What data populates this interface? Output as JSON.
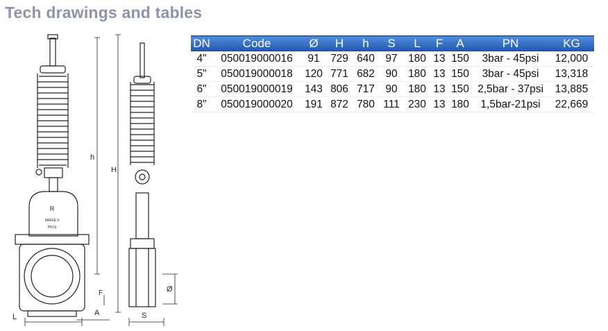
{
  "page": {
    "title": "Tech drawings and tables"
  },
  "drawing": {
    "front_labels": {
      "h": "h",
      "H": "H",
      "F": "F",
      "A": "A",
      "L": "L"
    },
    "side_labels": {
      "S": "S",
      "diameter": "Ø"
    },
    "plate_text": {
      "brand": "R",
      "line1": "IMAGE II",
      "line2": "PK19"
    }
  },
  "table": {
    "headers": [
      "DN",
      "Code",
      "Ø",
      "H",
      "h",
      "S",
      "L",
      "F",
      "A",
      "PN",
      "KG"
    ],
    "rows": [
      [
        "4\"",
        "050019000016",
        "91",
        "729",
        "640",
        "97",
        "180",
        "13",
        "150",
        "3bar - 45psi",
        "12,000"
      ],
      [
        "5\"",
        "050019000018",
        "120",
        "771",
        "682",
        "90",
        "180",
        "13",
        "150",
        "3bar - 45psi",
        "13,318"
      ],
      [
        "6\"",
        "050019000019",
        "143",
        "806",
        "717",
        "90",
        "180",
        "13",
        "150",
        "2,5bar - 37psi",
        "13,885"
      ],
      [
        "8\"",
        "050019000020",
        "191",
        "872",
        "780",
        "111",
        "230",
        "13",
        "180",
        "1,5bar-21psi",
        "22,669"
      ]
    ]
  },
  "colors": {
    "title": "#8e92ad",
    "header_bg": "#2f6fc6",
    "header_text": "#ffffff"
  }
}
